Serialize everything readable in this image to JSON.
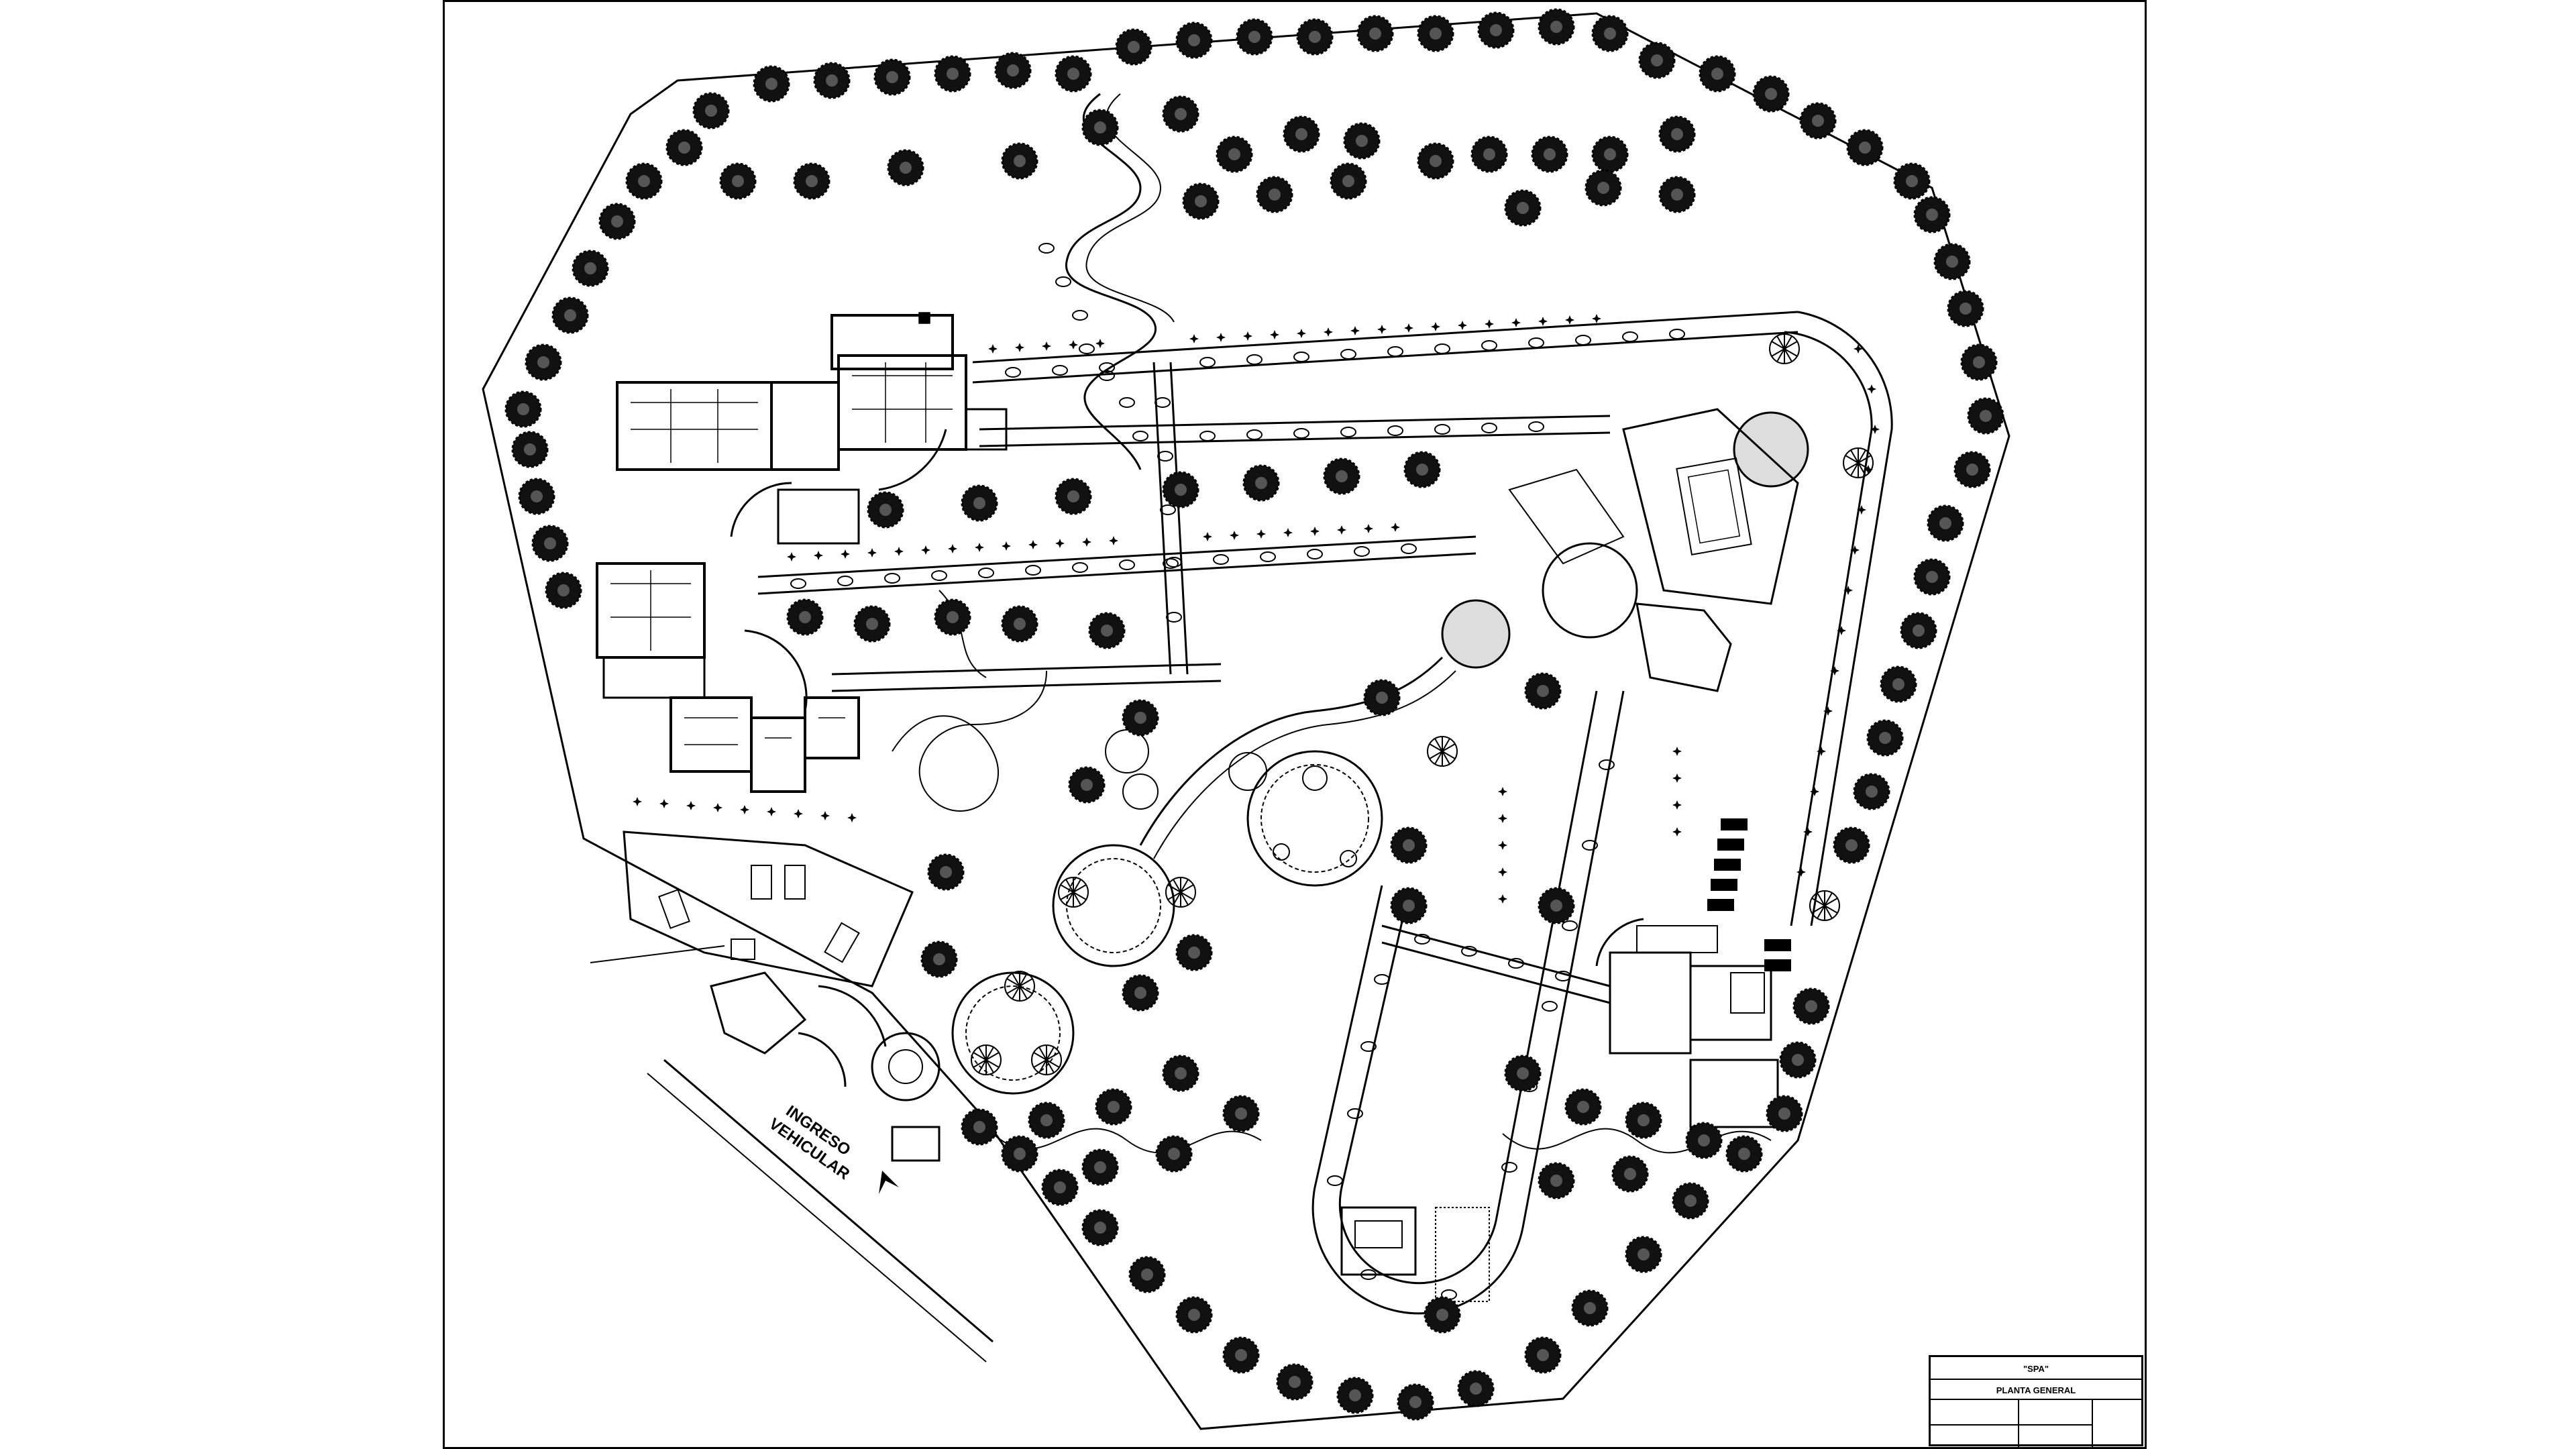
{
  "plan": {
    "entrance_label_line1": "INGRESO",
    "entrance_label_line2": "VEHICULAR",
    "north_arrow_icon": "north-arrow-icon",
    "tree_icon": "tree-canopy-icon",
    "shrub_icon": "shrub-star-icon",
    "palm_icon": "palm-tree-icon",
    "line_color": "#000000",
    "background_color": "#ffffff"
  },
  "title_block": {
    "project_name": "\"SPA\"",
    "sheet_title": "PLANTA GENERAL"
  }
}
